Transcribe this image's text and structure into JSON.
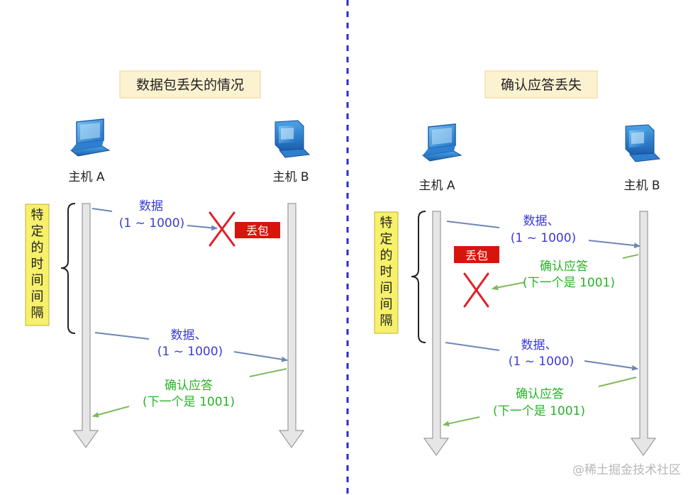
{
  "left_panel": {
    "title": "数据包丢失的情况",
    "host_a_label": "主机 A",
    "host_b_label": "主机 B",
    "time_note": [
      "特",
      "定",
      "的",
      "时",
      "间",
      "间",
      "隔"
    ],
    "lost_badge": "丢包",
    "msg1_line1": "数据",
    "msg1_line2": "(1 ~ 1000)",
    "msg2_line1": "数据、",
    "msg2_line2": "(1 ~ 1000)",
    "ack_line1": "确认应答",
    "ack_line2": "(下一个是 1001)"
  },
  "right_panel": {
    "title": "确认应答丢失",
    "host_a_label": "主机 A",
    "host_b_label": "主机 B",
    "time_note": [
      "特",
      "定",
      "的",
      "时",
      "间",
      "间",
      "隔"
    ],
    "lost_badge": "丢包",
    "msg1_line1": "数据、",
    "msg1_line2": "(1 ~ 1000)",
    "ack1_line1": "确认应答",
    "ack1_line2": "(下一个是 1001)",
    "msg2_line1": "数据、",
    "msg2_line2": "(1 ~ 1000)",
    "ack2_line1": "确认应答",
    "ack2_line2": "(下一个是 1001)"
  },
  "watermark": "@稀土掘金技术社区",
  "colors": {
    "data_text": "#3b3bd6",
    "ack_text": "#27b327",
    "data_arrow": "#6f86b5",
    "ack_arrow": "#7fba5c",
    "lost_badge_bg": "#d8150c",
    "cross": "#e0202a",
    "title_bg": "#fdf2d0",
    "note_bg": "#f6f06a",
    "divider": "#2a2ad0"
  }
}
